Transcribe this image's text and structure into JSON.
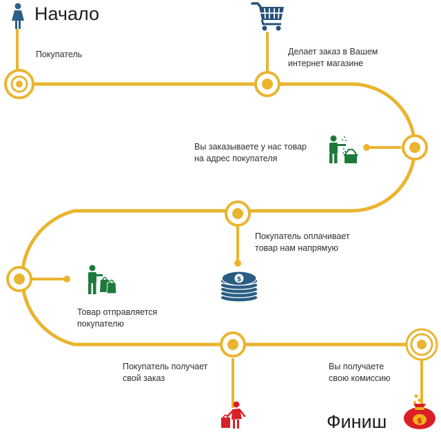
{
  "start_title": "Начало",
  "finish_title": "Финиш",
  "steps": [
    {
      "id": "buyer",
      "text": "Покупатель"
    },
    {
      "id": "order",
      "text": "Делает заказ в Вашем\nинтернет магазине"
    },
    {
      "id": "you-order",
      "text": "Вы заказываете у нас товар\nна адрес покупателя"
    },
    {
      "id": "pays",
      "text": "Покупатель оплачивает\nтовар нам напрямую"
    },
    {
      "id": "shipped",
      "text": "Товар отправляется\nпокупателю"
    },
    {
      "id": "receives",
      "text": "Покупатель получает\nсвой заказ"
    },
    {
      "id": "commission",
      "text": "Вы получаете\nсвою комиссию"
    }
  ],
  "colors": {
    "track": "#e9b530",
    "node_ring": "#ffffff",
    "person_blue": "#2b5f86",
    "green": "#1e7a3b",
    "cart": "#24527a",
    "coins": "#2a5d84",
    "red": "#d92027",
    "gold": "#f2b21a"
  },
  "icons": [
    "woman-icon",
    "shopping-cart-icon",
    "trash-bin-person-icon",
    "coin-stack-icon",
    "shopper-with-bags-icon",
    "woman-with-bag-icon",
    "money-bag-icon"
  ]
}
